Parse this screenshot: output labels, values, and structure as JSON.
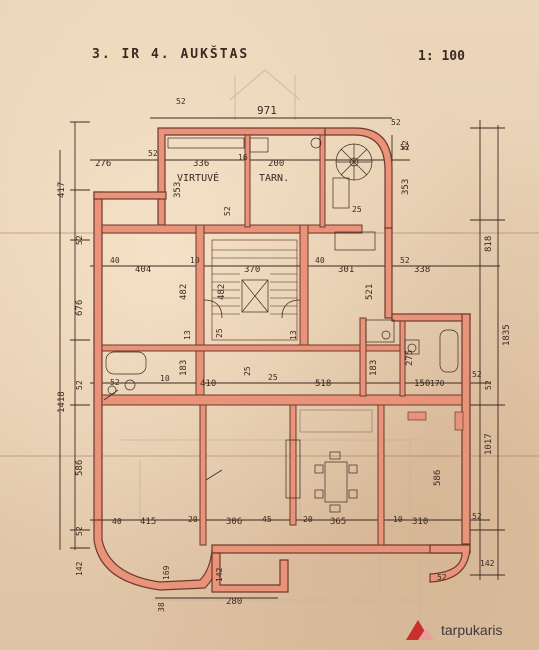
{
  "sheet": {
    "title": "3. IR 4. AUKŠTAS",
    "scale": "1: 100",
    "watermark": "tarpukaris"
  },
  "rooms": {
    "kitchen": "VIRTUVĖ",
    "servant": "TARN."
  },
  "dimensions": {
    "top_width": "971",
    "top_small": "52",
    "top_52b": "52",
    "left_417": "417",
    "left_52": "52",
    "left_676": "676",
    "left_1418": "1418",
    "left_52b": "52",
    "left_586": "586",
    "left_52c": "52",
    "left_142": "142",
    "right_52": "52",
    "right_353": "353",
    "right_818": "818",
    "right_1835": "1835",
    "right_1017": "1017",
    "right_52b": "52",
    "r1_276": "276",
    "r1_52": "52",
    "r1_336": "336",
    "r1_16": "16",
    "r1_200": "200",
    "r1_353": "353",
    "r1_52b": "52",
    "r1_25": "25",
    "r2_40": "40",
    "r2_404": "404",
    "r2_10": "10",
    "r2_370": "370",
    "r2_40b": "40",
    "r2_301": "301",
    "r2_52": "52",
    "r2_338": "338",
    "v_482": "482",
    "v_482b": "482",
    "v_25": "25",
    "v_13": "13",
    "v_13b": "13",
    "v_521": "521",
    "v_275": "275",
    "h_52": "52",
    "h_10": "10",
    "h_183": "183",
    "h_410": "410",
    "h_25": "25",
    "h_518": "518",
    "h_183b": "183",
    "h_150": "150",
    "h_170": "170",
    "h_52r": "52",
    "v_586": "586",
    "v_25b": "25",
    "b_40": "40",
    "b_415": "415",
    "b_20": "20",
    "b_306": "306",
    "b_45": "45",
    "b_20b": "20",
    "b_365": "365",
    "b_10": "10",
    "b_310": "310",
    "b_52": "52",
    "bay_169": "169",
    "bay_38": "38",
    "bay_142": "142",
    "bottom_280": "280",
    "r_52d": "52",
    "r_142": "142"
  },
  "colors": {
    "wall_fill": "#e8937a",
    "wall_stroke": "#6e3a2c",
    "ink": "#3b2a22",
    "logo_red": "#c8312b"
  }
}
